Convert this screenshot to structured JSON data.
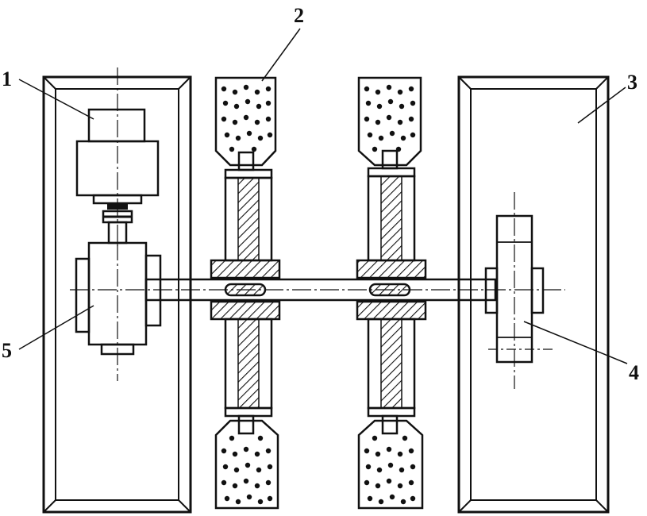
{
  "diagram": {
    "callouts": [
      {
        "id": "1",
        "label": "1"
      },
      {
        "id": "2",
        "label": "2"
      },
      {
        "id": "3",
        "label": "3"
      },
      {
        "id": "4",
        "label": "4"
      },
      {
        "id": "5",
        "label": "5"
      }
    ]
  },
  "colors": {
    "ink": "#111111",
    "paper": "#ffffff"
  }
}
